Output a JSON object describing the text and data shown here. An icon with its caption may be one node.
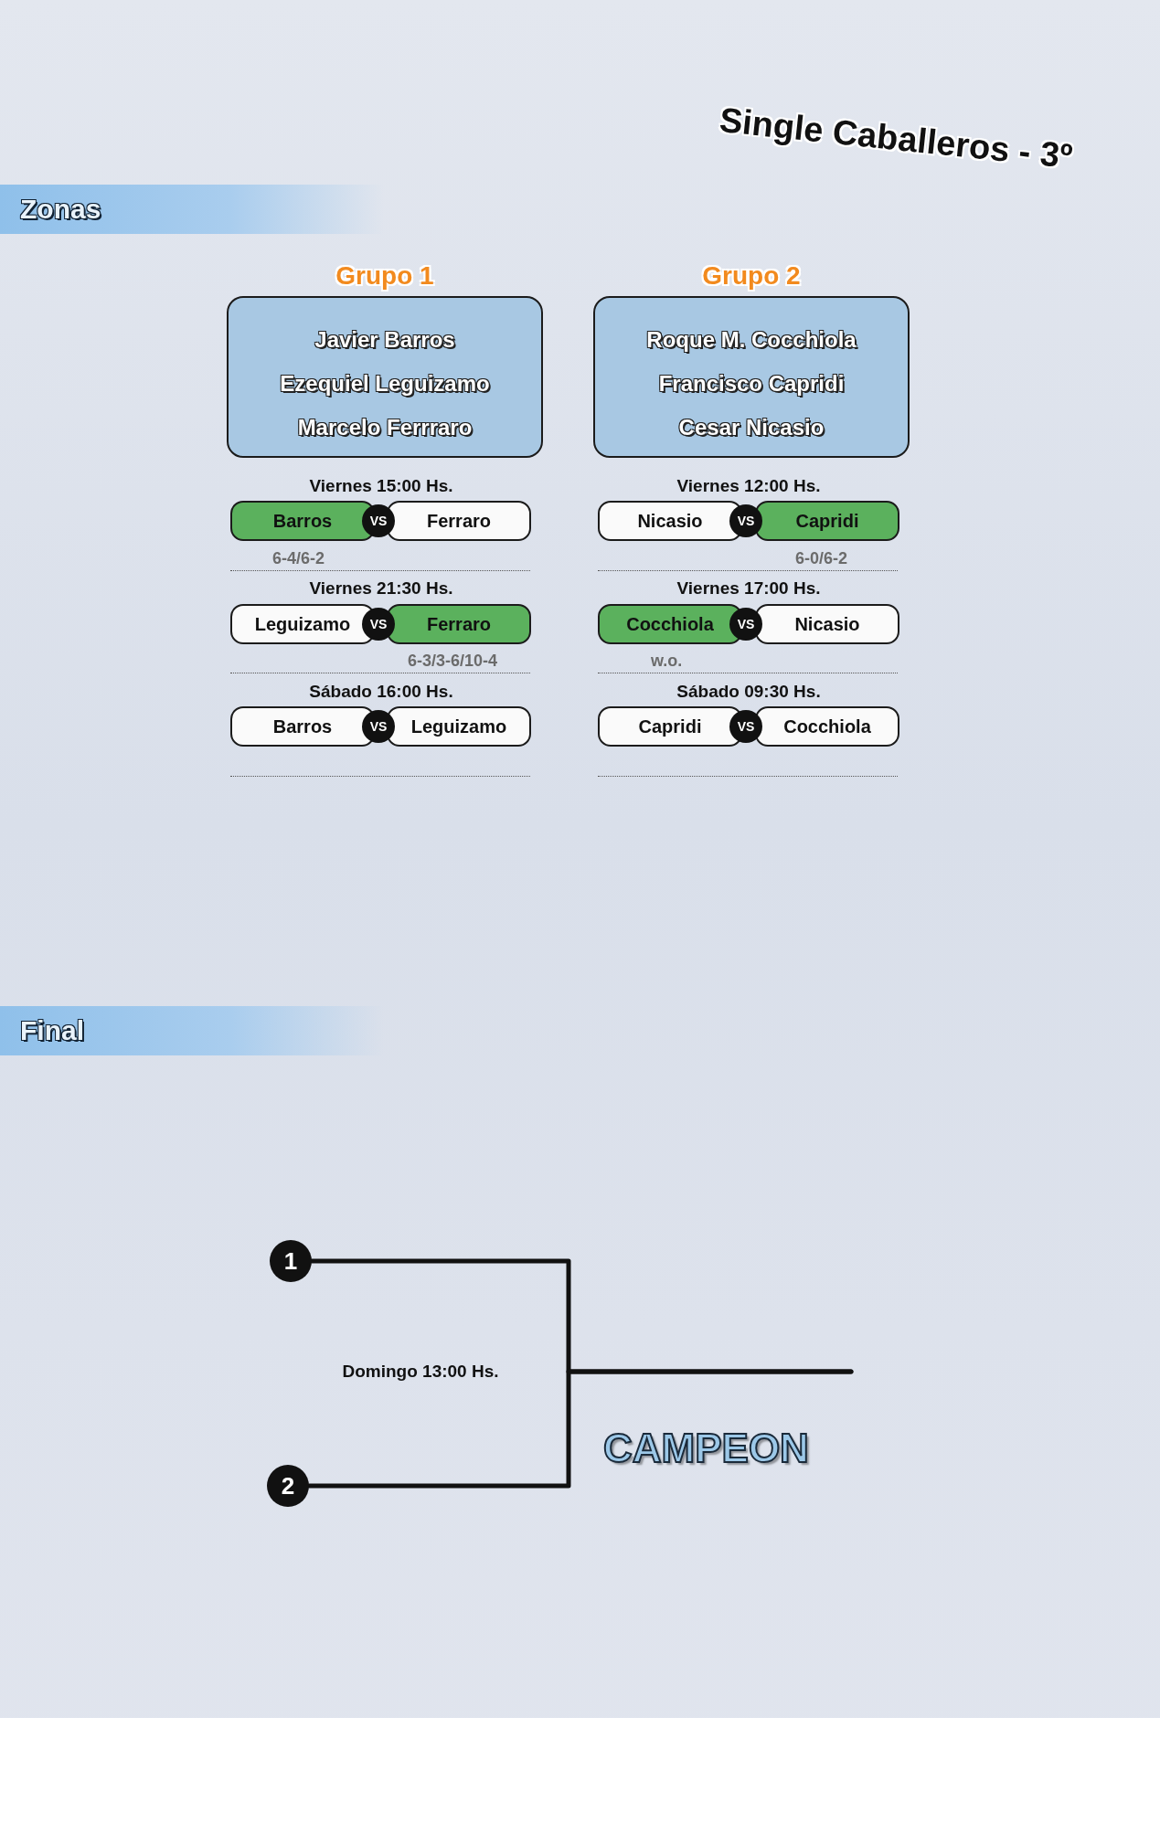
{
  "diagram": {
    "title": "Single Caballeros - 3º",
    "nodes": [
      {
        "text": [
          "Grupo 1",
          "Javier Barros",
          "Ezequiel Leguizamo",
          "Marcelo Ferrraro"
        ]
      },
      {
        "text": [
          "Grupo 2",
          "Roque M. Cocchiola",
          "Francisco Capridi",
          "Cesar Nicasio"
        ]
      },
      {
        "text": [
          "Barros"
        ]
      },
      {
        "text": [
          "VS"
        ]
      },
      {
        "text": [
          "Ferraro"
        ]
      },
      {
        "text": [
          "Nicasio"
        ]
      },
      {
        "text": [
          "VS"
        ]
      },
      {
        "text": [
          "Capridi"
        ]
      },
      {
        "text": [
          "Leguizamo"
        ]
      },
      {
        "text": [
          "VS"
        ]
      },
      {
        "text": [
          "Ferraro"
        ]
      },
      {
        "text": [
          "Cocchiola"
        ]
      },
      {
        "text": [
          "VS"
        ]
      },
      {
        "text": [
          "Nicasio"
        ]
      },
      {
        "text": [
          "Barros"
        ]
      },
      {
        "text": [
          "VS"
        ]
      },
      {
        "text": [
          "Leguizamo"
        ]
      },
      {
        "text": [
          "Capridi"
        ]
      },
      {
        "text": [
          "VS"
        ]
      },
      {
        "text": [
          "Cocchiola"
        ]
      },
      {
        "text": [
          "1"
        ]
      },
      {
        "text": [
          "2"
        ]
      }
    ],
    "edges": [
      {
        "from": 20,
        "to": null,
        "arrow": "none"
      },
      {
        "from": 21,
        "to": null,
        "arrow": "none"
      }
    ],
    "labels": [
      "Zonas",
      "Viernes 15:00 Hs.",
      "Viernes 12:00 Hs.",
      "6-4/6-2",
      "6-0/6-2",
      "Viernes 21:30 Hs.",
      "Viernes 17:00 Hs.",
      "6-3/3-6/10-4",
      "w.o.",
      "Sábado 16:00 Hs.",
      "Sábado 09:30 Hs.",
      "Final",
      "Domingo 13:00 Hs.",
      "CAMPEON"
    ]
  }
}
